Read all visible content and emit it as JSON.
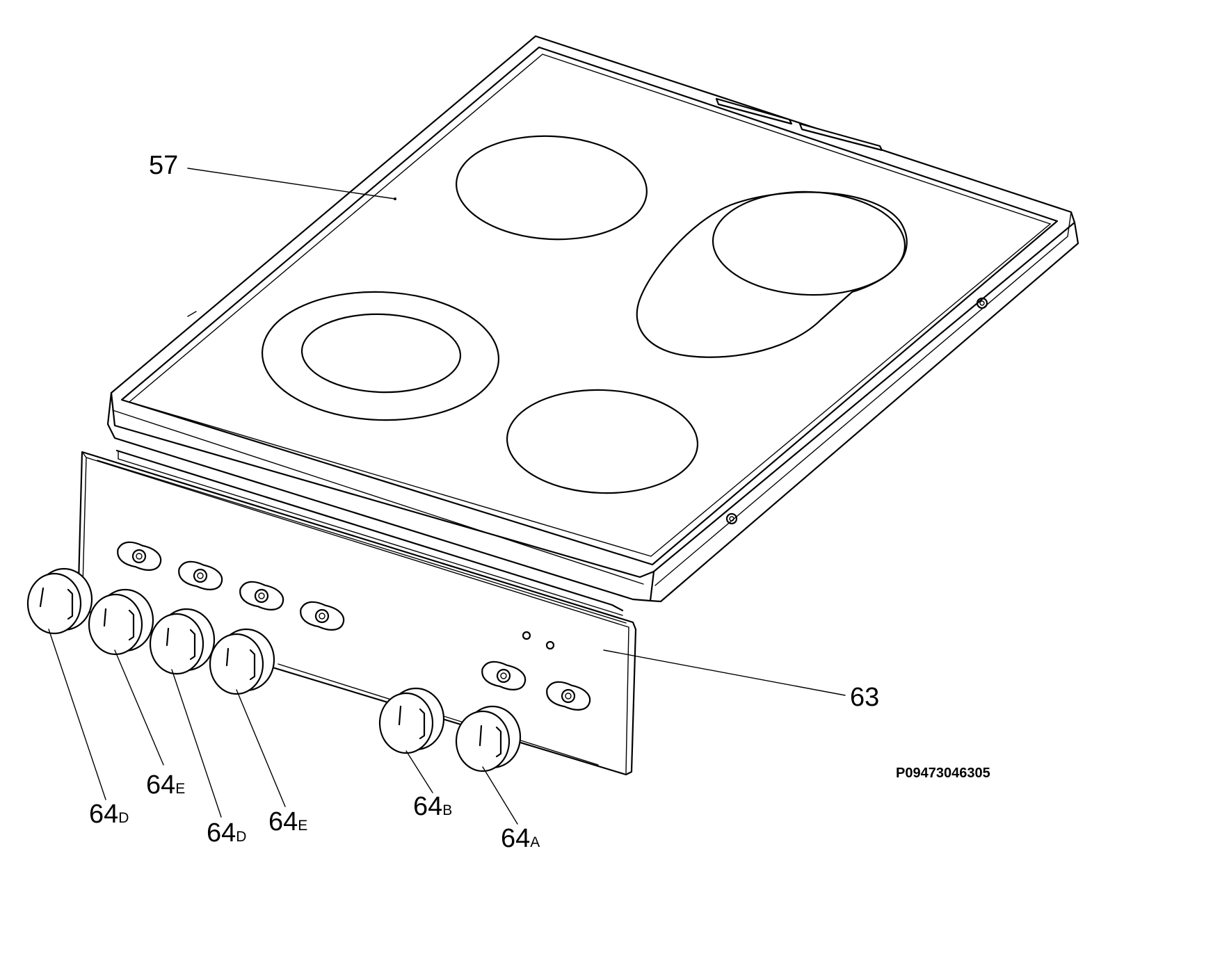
{
  "callouts": {
    "hob_top": "57",
    "control_panel": "63",
    "knob_1": {
      "num": "64",
      "sub": "D"
    },
    "knob_2": {
      "num": "64",
      "sub": "E"
    },
    "knob_3": {
      "num": "64",
      "sub": "D"
    },
    "knob_4": {
      "num": "64",
      "sub": "E"
    },
    "knob_5": {
      "num": "64",
      "sub": "B"
    },
    "knob_6": {
      "num": "64",
      "sub": "A"
    }
  },
  "drawing_code": "P09473046305"
}
